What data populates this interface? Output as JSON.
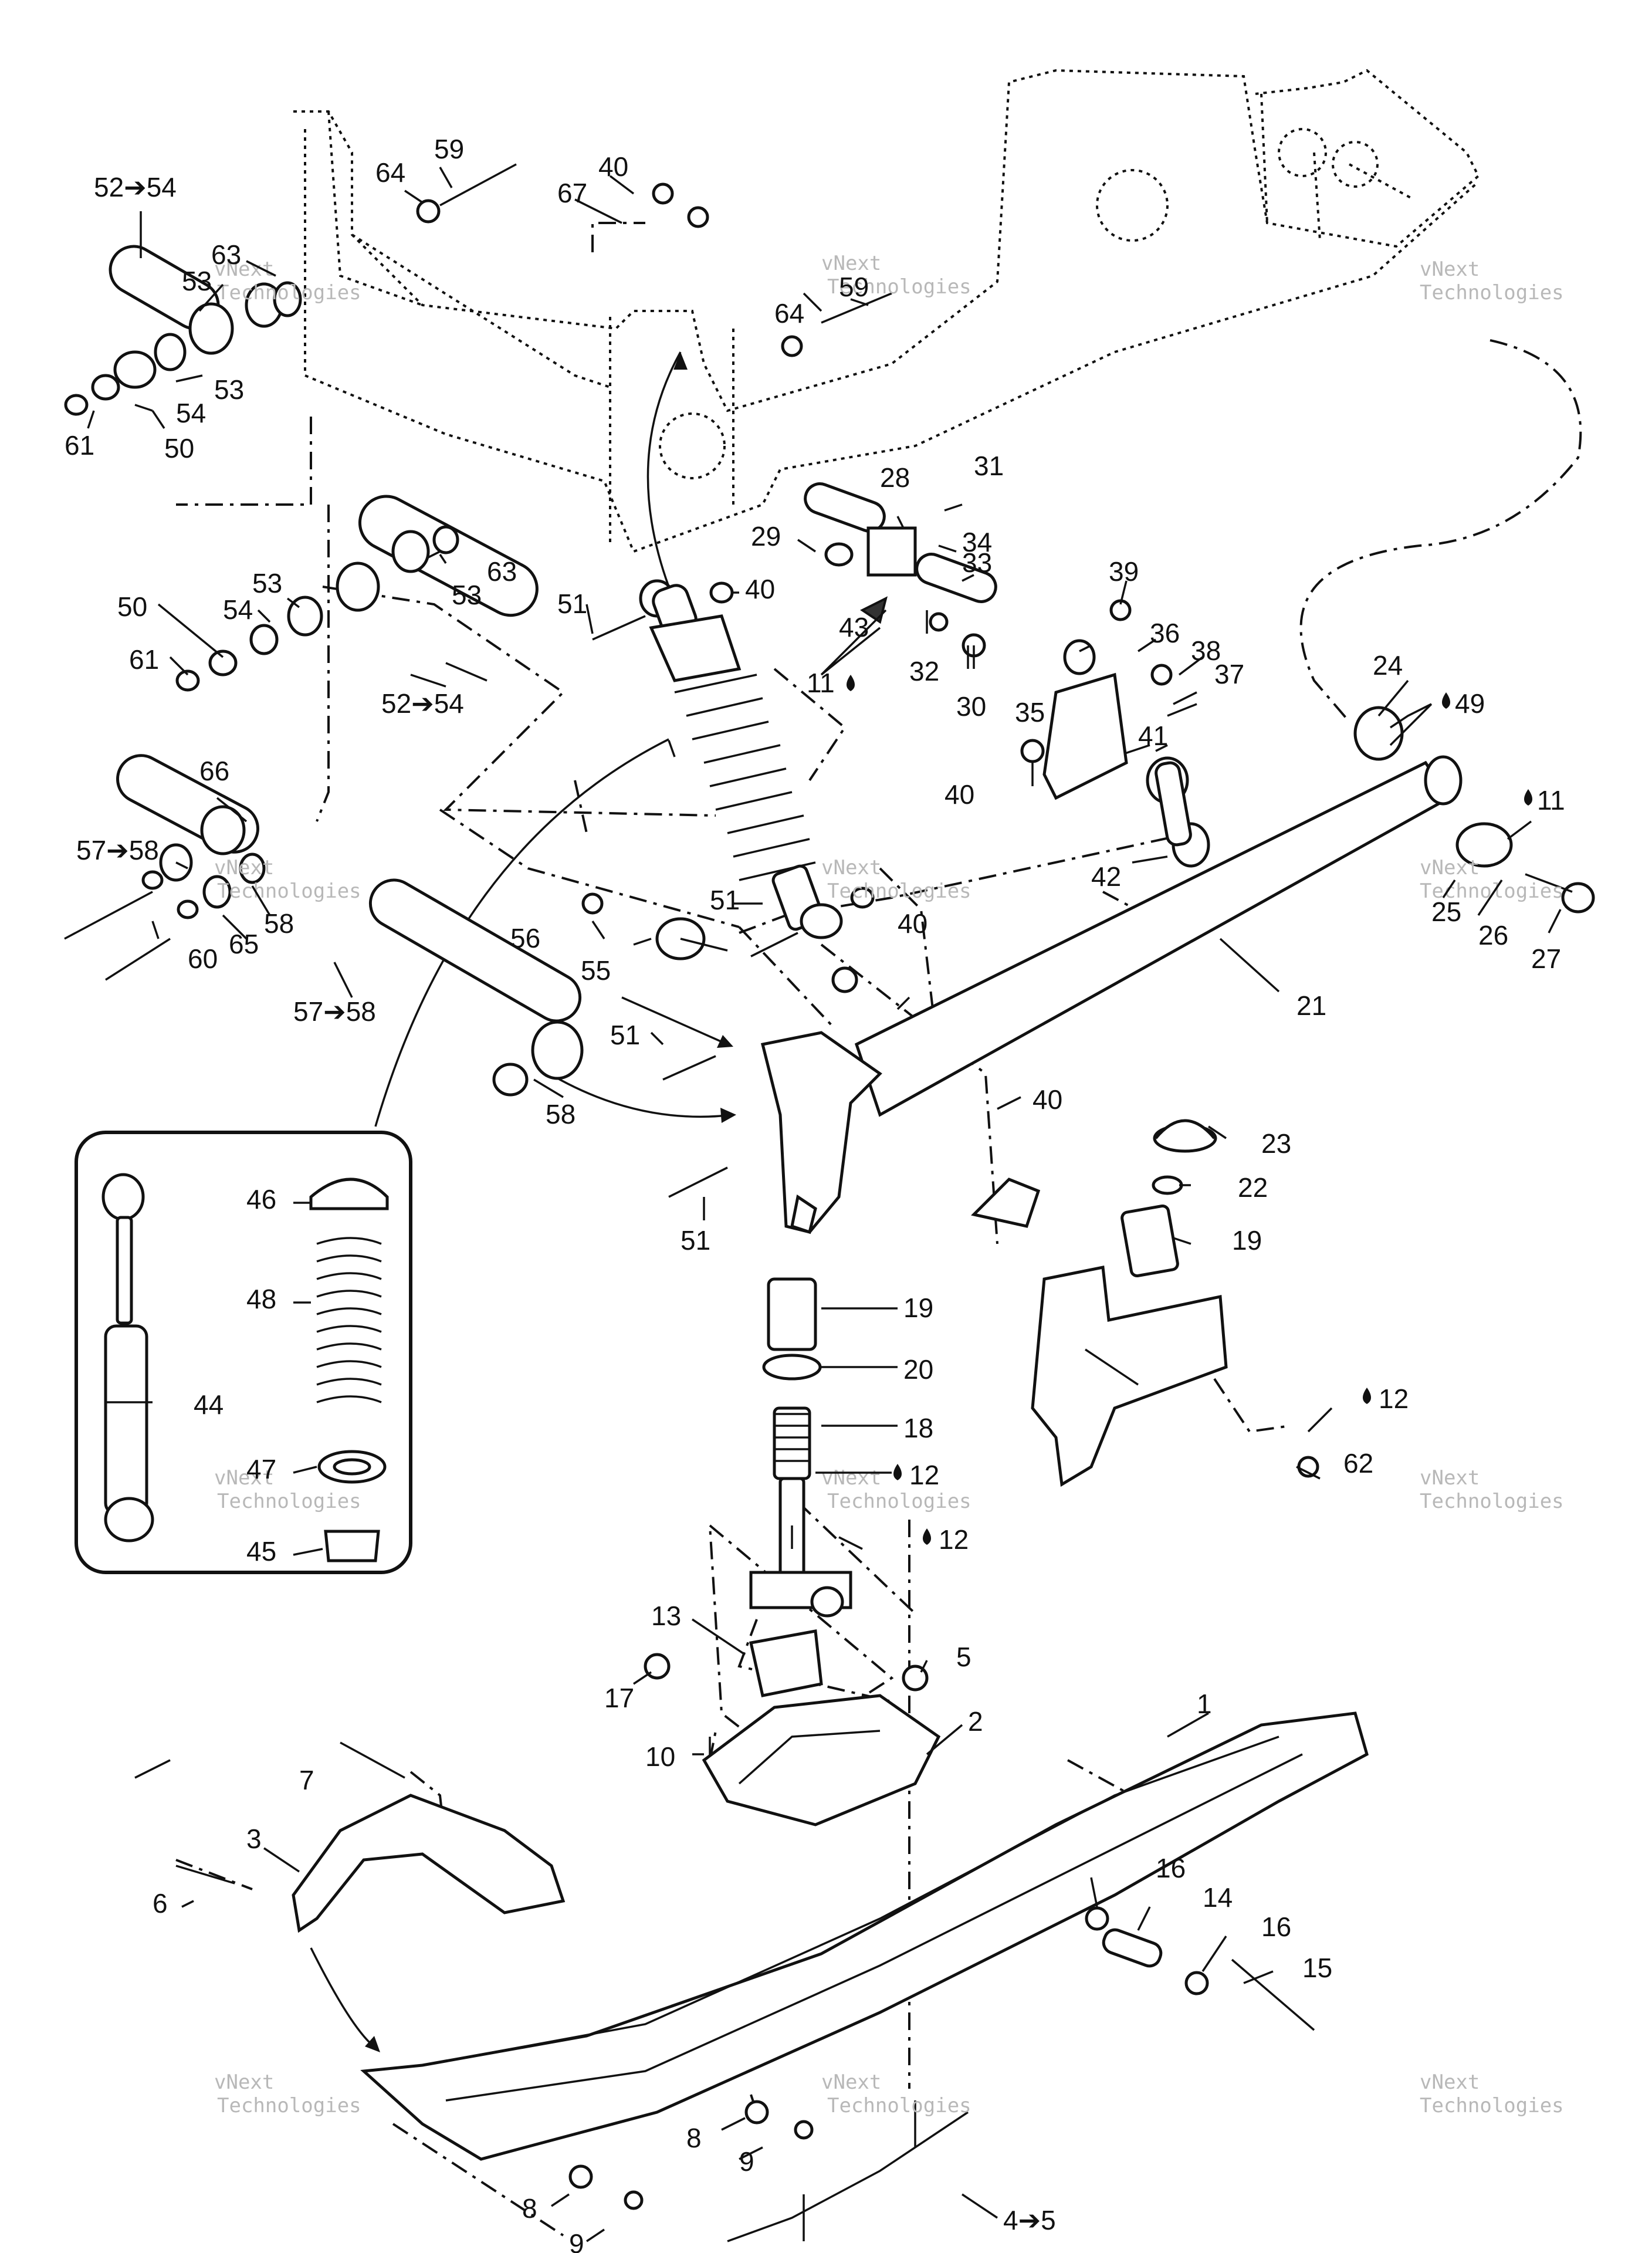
{
  "watermark": {
    "line1": "vNext",
    "line2": "Technologies"
  },
  "callouts": [
    {
      "id": "c1",
      "text": "1"
    },
    {
      "id": "c2",
      "text": "2"
    },
    {
      "id": "c3",
      "text": "3"
    },
    {
      "id": "c4",
      "text": "4➔5"
    },
    {
      "id": "c5",
      "text": "5"
    },
    {
      "id": "c6",
      "text": "6"
    },
    {
      "id": "c7",
      "text": "7"
    },
    {
      "id": "c8a",
      "text": "8"
    },
    {
      "id": "c8b",
      "text": "8"
    },
    {
      "id": "c9a",
      "text": "9"
    },
    {
      "id": "c9b",
      "text": "9"
    },
    {
      "id": "c10",
      "text": "10"
    },
    {
      "id": "c11a",
      "text": "11"
    },
    {
      "id": "c11b",
      "text": "11"
    },
    {
      "id": "c12a",
      "text": "12"
    },
    {
      "id": "c12b",
      "text": "12"
    },
    {
      "id": "c12c",
      "text": "12"
    },
    {
      "id": "c13",
      "text": "13"
    },
    {
      "id": "c14",
      "text": "14"
    },
    {
      "id": "c15",
      "text": "15"
    },
    {
      "id": "c16a",
      "text": "16"
    },
    {
      "id": "c16b",
      "text": "16"
    },
    {
      "id": "c17",
      "text": "17"
    },
    {
      "id": "c18",
      "text": "18"
    },
    {
      "id": "c19a",
      "text": "19"
    },
    {
      "id": "c19b",
      "text": "19"
    },
    {
      "id": "c20",
      "text": "20"
    },
    {
      "id": "c21",
      "text": "21"
    },
    {
      "id": "c22",
      "text": "22"
    },
    {
      "id": "c23",
      "text": "23"
    },
    {
      "id": "c24",
      "text": "24"
    },
    {
      "id": "c25",
      "text": "25"
    },
    {
      "id": "c26",
      "text": "26"
    },
    {
      "id": "c27",
      "text": "27"
    },
    {
      "id": "c28",
      "text": "28"
    },
    {
      "id": "c29",
      "text": "29"
    },
    {
      "id": "c30",
      "text": "30"
    },
    {
      "id": "c31",
      "text": "31"
    },
    {
      "id": "c32",
      "text": "32"
    },
    {
      "id": "c33",
      "text": "33"
    },
    {
      "id": "c34",
      "text": "34"
    },
    {
      "id": "c35",
      "text": "35"
    },
    {
      "id": "c36",
      "text": "36"
    },
    {
      "id": "c37",
      "text": "37"
    },
    {
      "id": "c38",
      "text": "38"
    },
    {
      "id": "c39",
      "text": "39"
    },
    {
      "id": "c40a",
      "text": "40"
    },
    {
      "id": "c40b",
      "text": "40"
    },
    {
      "id": "c40c",
      "text": "40"
    },
    {
      "id": "c40d",
      "text": "40"
    },
    {
      "id": "c40e",
      "text": "40"
    },
    {
      "id": "c41",
      "text": "41"
    },
    {
      "id": "c42",
      "text": "42"
    },
    {
      "id": "c43",
      "text": "43"
    },
    {
      "id": "c44",
      "text": "44"
    },
    {
      "id": "c45",
      "text": "45"
    },
    {
      "id": "c46",
      "text": "46"
    },
    {
      "id": "c47",
      "text": "47"
    },
    {
      "id": "c48",
      "text": "48"
    },
    {
      "id": "c49",
      "text": "49"
    },
    {
      "id": "c50a",
      "text": "50"
    },
    {
      "id": "c50b",
      "text": "50"
    },
    {
      "id": "c51a",
      "text": "51"
    },
    {
      "id": "c51b",
      "text": "51"
    },
    {
      "id": "c51c",
      "text": "51"
    },
    {
      "id": "c51d",
      "text": "51"
    },
    {
      "id": "c52a",
      "text": "52➔54"
    },
    {
      "id": "c52b",
      "text": "52➔54"
    },
    {
      "id": "c53a",
      "text": "53"
    },
    {
      "id": "c53b",
      "text": "53"
    },
    {
      "id": "c53c",
      "text": "53"
    },
    {
      "id": "c53d",
      "text": "53"
    },
    {
      "id": "c54a",
      "text": "54"
    },
    {
      "id": "c54b",
      "text": "54"
    },
    {
      "id": "c55",
      "text": "55"
    },
    {
      "id": "c56",
      "text": "56"
    },
    {
      "id": "c57a",
      "text": "57➔58"
    },
    {
      "id": "c57b",
      "text": "57➔58"
    },
    {
      "id": "c58a",
      "text": "58"
    },
    {
      "id": "c58b",
      "text": "58"
    },
    {
      "id": "c59a",
      "text": "59"
    },
    {
      "id": "c59b",
      "text": "59"
    },
    {
      "id": "c60",
      "text": "60"
    },
    {
      "id": "c61a",
      "text": "61"
    },
    {
      "id": "c61b",
      "text": "61"
    },
    {
      "id": "c62",
      "text": "62"
    },
    {
      "id": "c63a",
      "text": "63"
    },
    {
      "id": "c63b",
      "text": "63"
    },
    {
      "id": "c64a",
      "text": "64"
    },
    {
      "id": "c64b",
      "text": "64"
    },
    {
      "id": "c65",
      "text": "65"
    },
    {
      "id": "c66",
      "text": "66"
    },
    {
      "id": "c67",
      "text": "67"
    }
  ]
}
